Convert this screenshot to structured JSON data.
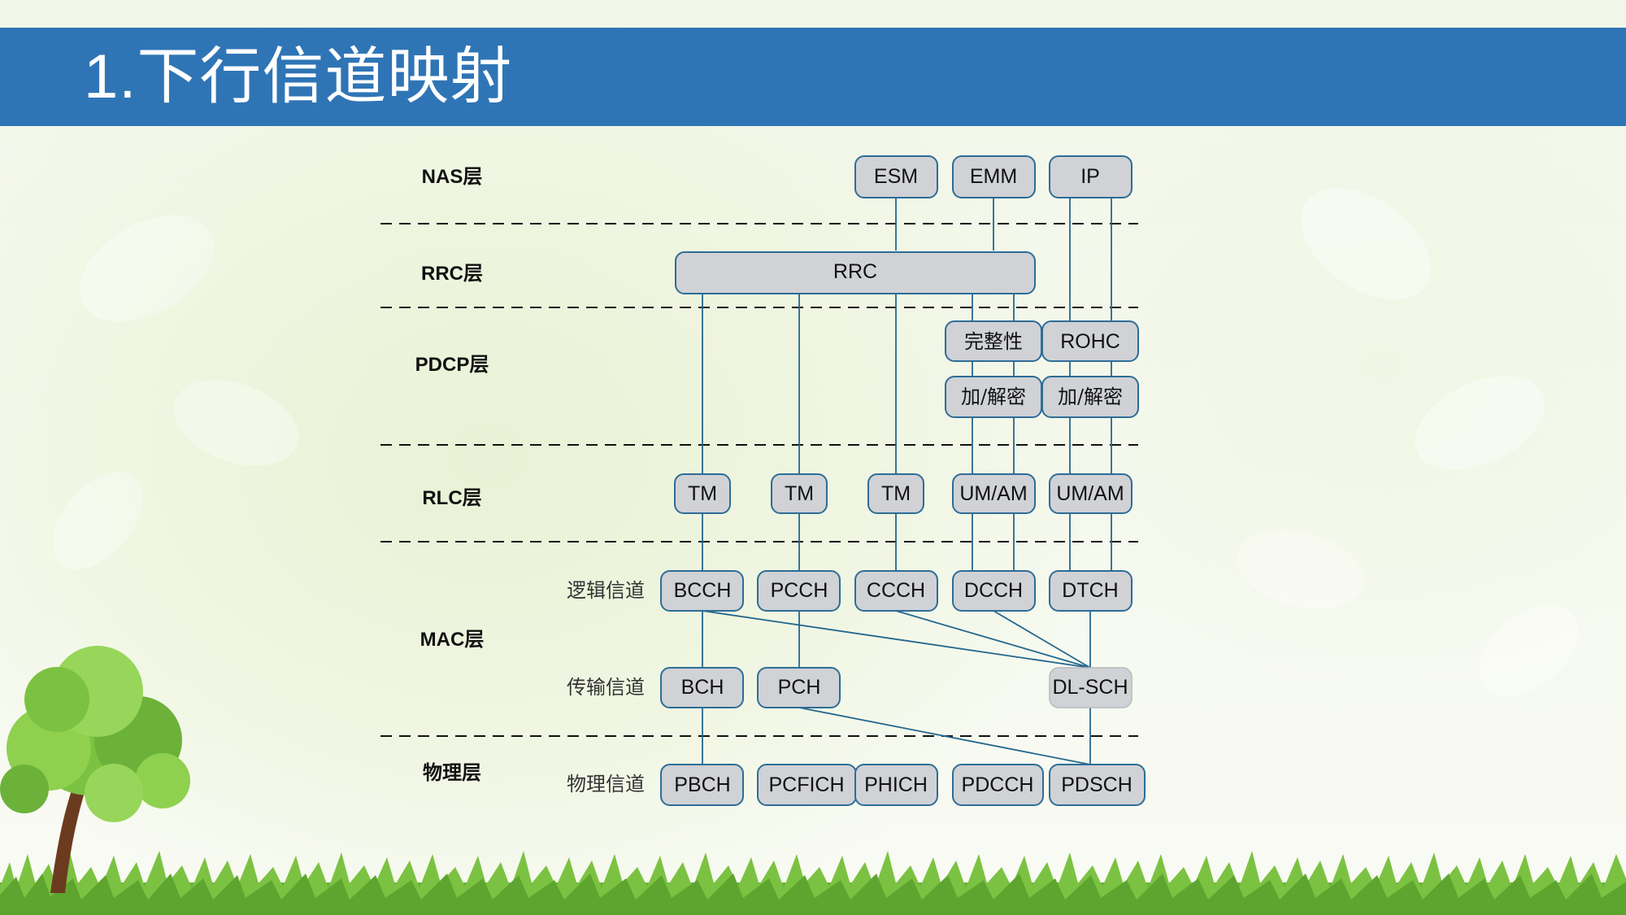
{
  "title": "1.下行信道映射",
  "layers": {
    "nas": "NAS层",
    "rrc": "RRC层",
    "pdcp": "PDCP层",
    "rlc": "RLC层",
    "mac": "MAC层",
    "phy": "物理层"
  },
  "sub_labels": {
    "logical": "逻辑信道",
    "transport": "传输信道",
    "physical": "物理信道"
  },
  "nodes": {
    "esm": "ESM",
    "emm": "EMM",
    "ip": "IP",
    "rrc": "RRC",
    "integrity": "完整性",
    "rohc": "ROHC",
    "cipher1": "加/解密",
    "cipher2": "加/解密",
    "tm1": "TM",
    "tm2": "TM",
    "tm3": "TM",
    "umam1": "UM/AM",
    "umam2": "UM/AM",
    "bcch": "BCCH",
    "pcch": "PCCH",
    "ccch": "CCCH",
    "dcch": "DCCH",
    "dtch": "DTCH",
    "bch": "BCH",
    "pch": "PCH",
    "dlsch": "DL-SCH",
    "pbch": "PBCH",
    "pcfich": "PCFICH",
    "phich": "PHICH",
    "pdcch": "PDCCH",
    "pdsch": "PDSCH"
  },
  "colors": {
    "title_bar": "#2f75b6",
    "node_fill": "#d0d2d6",
    "node_border": "#2d6d97",
    "link": "#24678f"
  }
}
